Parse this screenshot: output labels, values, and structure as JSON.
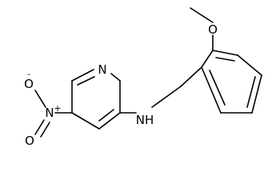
{
  "molecule": {
    "atoms": {
      "nitrogen_ring": "N",
      "amine": "NH",
      "oxygen_methoxy": "O",
      "nitro_nitrogen": "N",
      "nitro_charge_plus": "+",
      "nitro_oxygen_top": "O",
      "nitro_charge_minus": "-",
      "nitro_oxygen_bottom": "O"
    }
  }
}
